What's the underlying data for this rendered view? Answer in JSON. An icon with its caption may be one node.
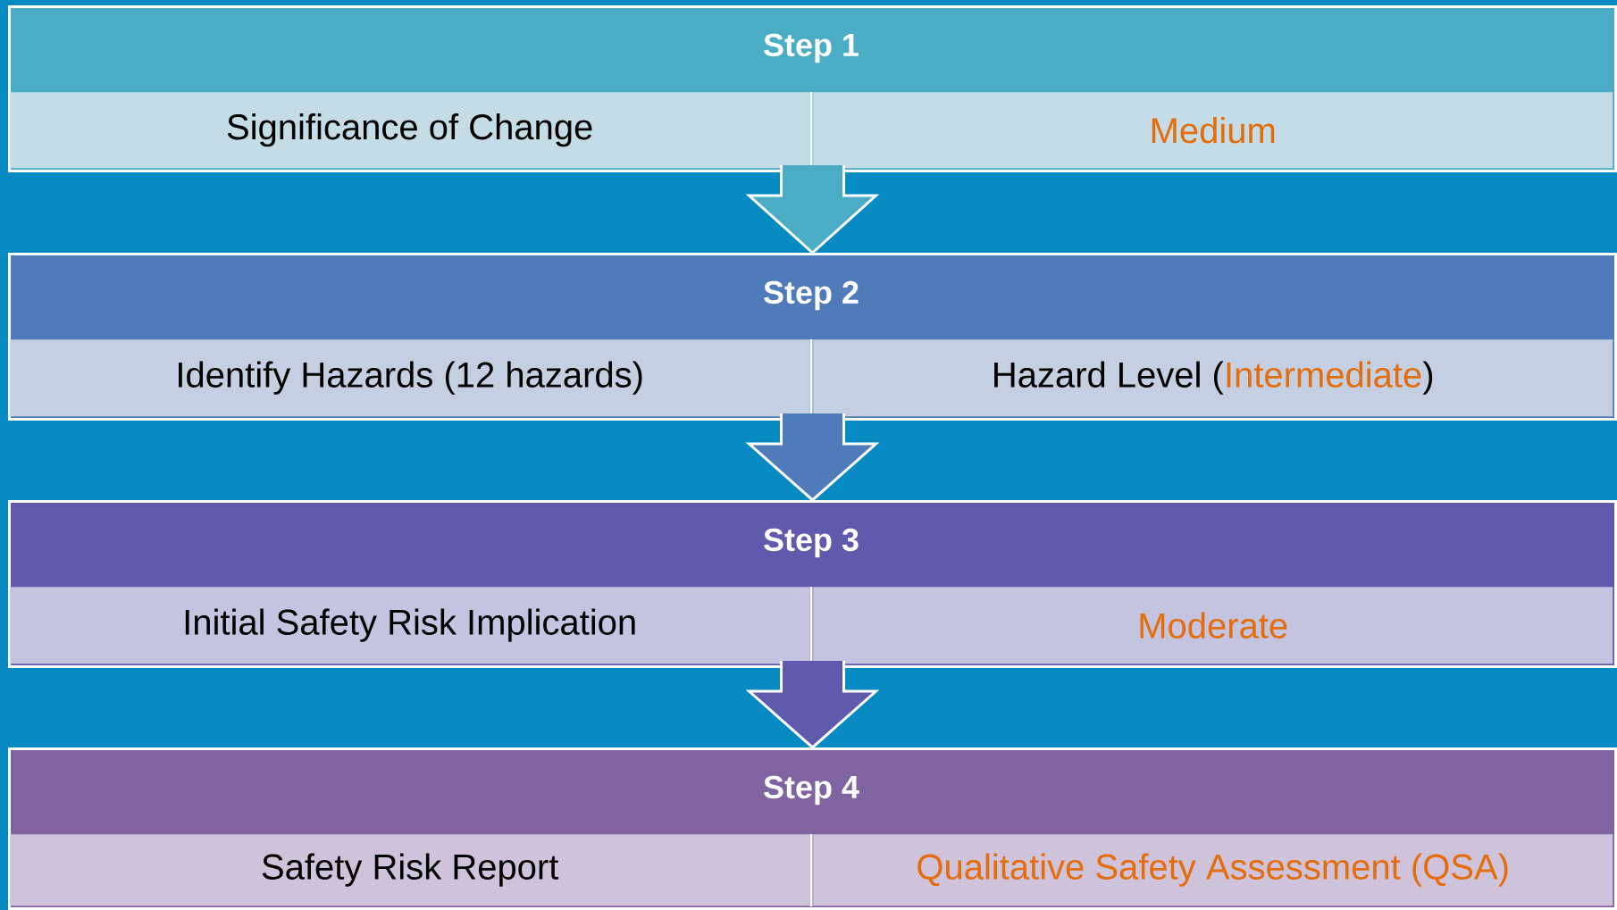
{
  "diagram": {
    "nodes": [
      {
        "text": [
          "Step 1"
        ]
      },
      {
        "text": [
          "Significance of Change"
        ],
        "in": 0
      },
      {
        "text": [
          "Medium"
        ],
        "in": 0
      },
      {
        "text": [
          "Step 2"
        ]
      },
      {
        "text": [
          "Identify Hazards (12 hazards)"
        ],
        "in": 3
      },
      {
        "text": [
          "Hazard Level (*Intermediate*)"
        ],
        "in": 3
      },
      {
        "text": [
          "Step 3"
        ]
      },
      {
        "text": [
          "Initial Safety Risk Implication"
        ],
        "in": 6
      },
      {
        "text": [
          "Moderate"
        ],
        "in": 6
      },
      {
        "text": [
          "Step 4"
        ]
      },
      {
        "text": [
          "Safety Risk Report"
        ],
        "in": 9
      },
      {
        "text": [
          "Qualitative Safety Assessment (QSA)"
        ],
        "in": 9
      }
    ],
    "edges": [
      {
        "from": 0,
        "to": 3,
        "arrow": "to"
      },
      {
        "from": 3,
        "to": 6,
        "arrow": "to"
      },
      {
        "from": 6,
        "to": 9,
        "arrow": "to"
      }
    ]
  }
}
